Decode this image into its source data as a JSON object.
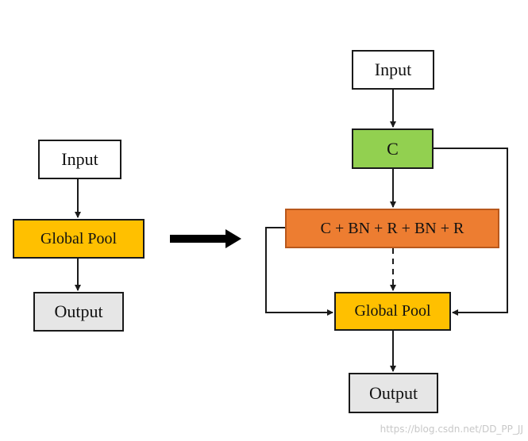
{
  "left": {
    "input": "Input",
    "pool": "Global Pool",
    "output": "Output"
  },
  "right": {
    "input": "Input",
    "conv": "C",
    "block": "C + BN + R + BN + R",
    "pool": "Global Pool",
    "output": "Output"
  },
  "watermark": "https://blog.csdn.net/DD_PP_JJ",
  "colors": {
    "pool": "#ffc000",
    "conv": "#92d050",
    "block": "#ed7d31",
    "output_fill": "#e6e6e6"
  }
}
